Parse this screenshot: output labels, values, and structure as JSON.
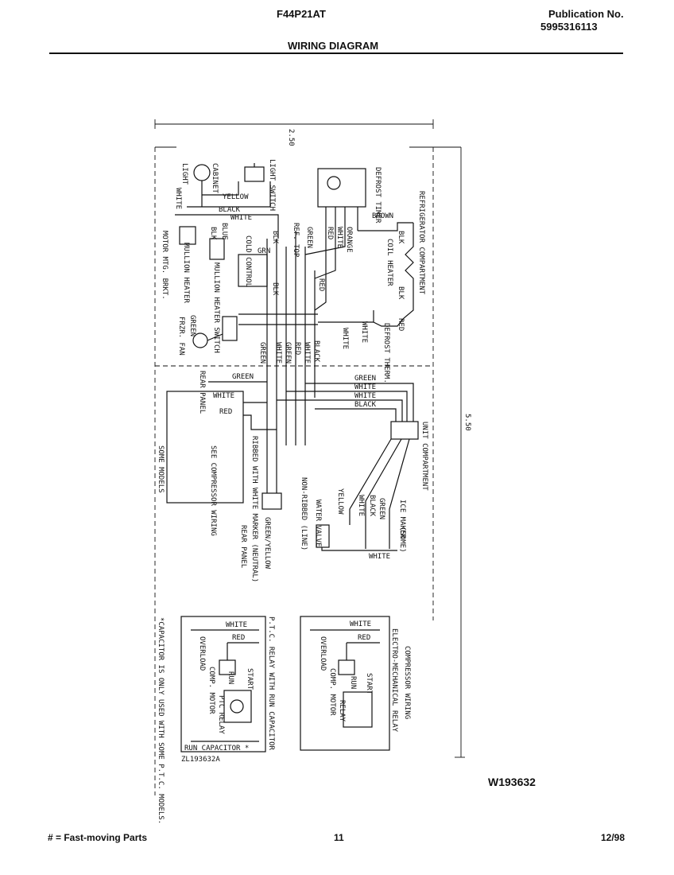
{
  "header": {
    "model": "F44P21AT",
    "publication_label": "Publication No.",
    "publication_number": "5995316113",
    "title": "WIRING DIAGRAM"
  },
  "dimensions": {
    "width_label": "2.50",
    "height_label": "5.50"
  },
  "labels": {
    "light": "LIGHT",
    "cabinet": "CABINET",
    "light_switch": "LIGHT SWITCH",
    "defrost_timer": "DEFROST TIMER",
    "refrigerator_compartment": "REFRIGERATOR COMPARTMENT",
    "coil_heater": "COIL HEATER",
    "cold_control": "COLD CONTROL",
    "ref_top": "REF. TOP",
    "mullion_heater": "MULLION HEATER",
    "mullion_heater_switch": "MULLION HEATER SWITCH",
    "motor_mtg_brkt": "MOTOR MTG. BRKT.",
    "frzr_fan": "FRZR. FAN",
    "defrost_therm": "DEFROST THERM.",
    "rear_panel": "REAR PANEL",
    "see_compressor_wiring": "SEE COMPRESSOR WIRING",
    "some_models": "SOME MODELS",
    "ribbed_white_marker": "RIBBED WITH WHITE MARKER (NEUTRAL)",
    "non_ribbed_line": "NON-RIBBED (LINE)",
    "rear_panel_2": "REAR PANEL",
    "green_yellow": "GREEN/YELLOW",
    "unit_compartment": "UNIT COMPARTMENT",
    "water_valve": "WATER VALVE",
    "ice_maker": "ICE MAKER",
    "some": "(SOME)",
    "grn": "GRN",
    "ptc_title": "P.T.C. RELAY WITH RUN CAPACITOR",
    "capacitor_note": "*CAPACITOR IS ONLY USED WITH SOME P.T.C. MODELS.",
    "overload": "OVERLOAD",
    "comp_motor": "COMP. MOTOR",
    "ptc_relay": "PTC RELAY",
    "run_capacitor": "RUN CAPACITOR *",
    "start": "START",
    "run": "RUN",
    "zl_code": "ZL193632A",
    "compressor_wiring": "COMPRESSOR WIRING",
    "electro_mechanical_relay": "ELECTRO-MECHANICAL RELAY",
    "relay": "RELAY"
  },
  "wire_labels": {
    "white": "WHITE",
    "black": "BLACK",
    "yellow": "YELLOW",
    "blue": "BLUE",
    "blk": "BLK",
    "green": "GREEN",
    "red": "RED",
    "orange": "ORANGE",
    "brown": "BROWN"
  },
  "drawing_number": "W193632",
  "footer": {
    "legend": "# = Fast-moving Parts",
    "page": "11",
    "date": "12/98"
  }
}
